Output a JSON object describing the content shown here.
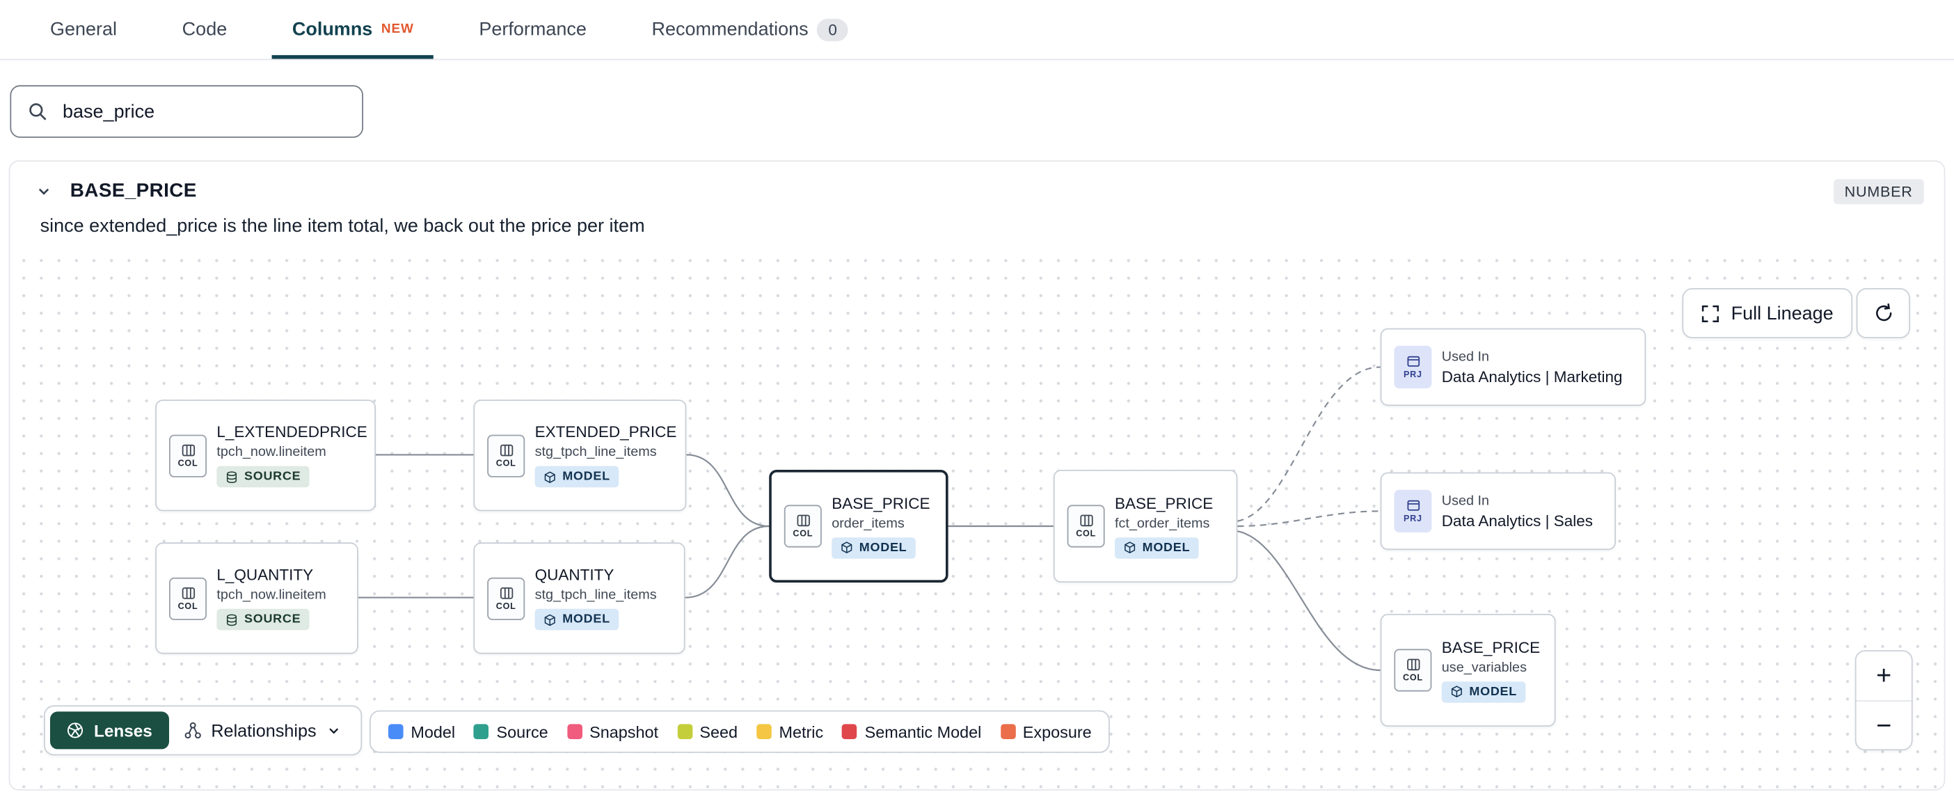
{
  "tabs": [
    {
      "label": "General"
    },
    {
      "label": "Code"
    },
    {
      "label": "Columns",
      "badge": "NEW",
      "active": true
    },
    {
      "label": "Performance"
    },
    {
      "label": "Recommendations",
      "count": "0"
    }
  ],
  "search": {
    "value": "base_price"
  },
  "column": {
    "name": "BASE_PRICE",
    "type": "NUMBER",
    "description": "since extended_price is the line item total, we back out the price per item"
  },
  "lineage": {
    "full_lineage": "Full Lineage",
    "lenses": "Lenses",
    "relationships": "Relationships",
    "zoom_in": "+",
    "zoom_out": "−",
    "nodes": [
      {
        "icon": "COL",
        "title": "L_EXTENDEDPRICE",
        "subtitle": "tpch_now.lineitem",
        "badge": "SOURCE"
      },
      {
        "icon": "COL",
        "title": "EXTENDED_PRICE",
        "subtitle": "stg_tpch_line_items",
        "badge": "MODEL"
      },
      {
        "icon": "COL",
        "title": "L_QUANTITY",
        "subtitle": "tpch_now.lineitem",
        "badge": "SOURCE"
      },
      {
        "icon": "COL",
        "title": "QUANTITY",
        "subtitle": "stg_tpch_line_items",
        "badge": "MODEL"
      },
      {
        "icon": "COL",
        "title": "BASE_PRICE",
        "subtitle": "order_items",
        "badge": "MODEL",
        "selected": true
      },
      {
        "icon": "COL",
        "title": "BASE_PRICE",
        "subtitle": "fct_order_items",
        "badge": "MODEL"
      },
      {
        "icon": "PRJ",
        "label": "Used In",
        "title": "Data Analytics | Marketing"
      },
      {
        "icon": "PRJ",
        "label": "Used In",
        "title": "Data Analytics | Sales"
      },
      {
        "icon": "COL",
        "title": "BASE_PRICE",
        "subtitle": "use_variables",
        "badge": "MODEL"
      }
    ],
    "legend": [
      {
        "label": "Model",
        "color": "#4A8CF7"
      },
      {
        "label": "Source",
        "color": "#2EA08D"
      },
      {
        "label": "Snapshot",
        "color": "#F05C7E"
      },
      {
        "label": "Seed",
        "color": "#C4CE3B"
      },
      {
        "label": "Metric",
        "color": "#F4C643"
      },
      {
        "label": "Semantic Model",
        "color": "#E0474B"
      },
      {
        "label": "Exposure",
        "color": "#EB6E4B"
      }
    ]
  },
  "theme": {
    "active_tab": "#12424f",
    "new_badge": "#e1572e",
    "lenses_bg": "#1a4f41",
    "model_badge_bg": "#d7e8f8",
    "source_badge_bg": "#dfeae4"
  },
  "icons": {
    "search": "magnifier",
    "collapse": "chevron-down",
    "full_lineage": "expand-corners",
    "refresh": "circular-arrow",
    "column": "table-columns",
    "project": "window",
    "source_badge": "database",
    "model_badge": "cube",
    "lenses": "aperture",
    "relationships": "graph-nodes"
  }
}
